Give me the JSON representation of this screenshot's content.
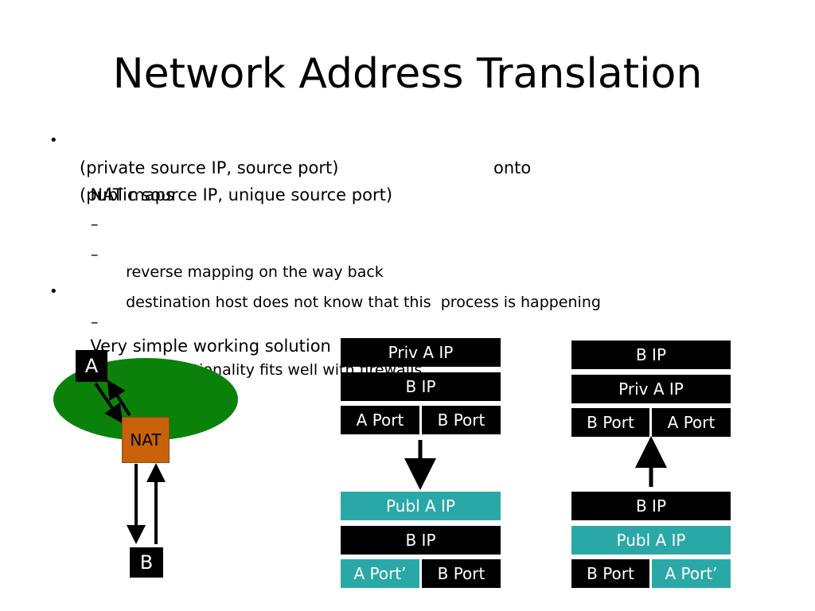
{
  "title": "Network Address Translation",
  "bullets": [
    {
      "lines": [
        "NAT maps",
        "(private source IP, source port)",
        "(public source IP, unique source port)"
      ],
      "onto": "onto",
      "subs": [
        "reverse mapping on the way back",
        "destination host does not know that this  process is happening"
      ]
    },
    {
      "lines": [
        "Very simple working solution"
      ],
      "subs": [
        "NAT functionality fits well with firewalls"
      ]
    }
  ],
  "bullet_symbol": "•",
  "dash_symbol": "–",
  "network": {
    "host_a": "A",
    "nat": "NAT",
    "host_b": "B"
  },
  "outgoing_before": {
    "ip1": "Priv A IP",
    "ip2": "B IP",
    "port1": "A Port",
    "port2": "B Port"
  },
  "outgoing_after": {
    "ip1": "Publ A IP",
    "ip2": "B IP",
    "port1": "A Port’",
    "port2": "B Port"
  },
  "return_after": {
    "ip1": "B IP",
    "ip2": "Priv A IP",
    "port1": "B Port",
    "port2": "A Port"
  },
  "return_before": {
    "ip1": "B IP",
    "ip2": "Publ A IP",
    "port1": "B Port",
    "port2": "A Port’"
  },
  "colors": {
    "black_field": "#000000",
    "translated_field": "#2aa8a8",
    "cloud": "#0a820a",
    "nat": "#c8620a"
  }
}
